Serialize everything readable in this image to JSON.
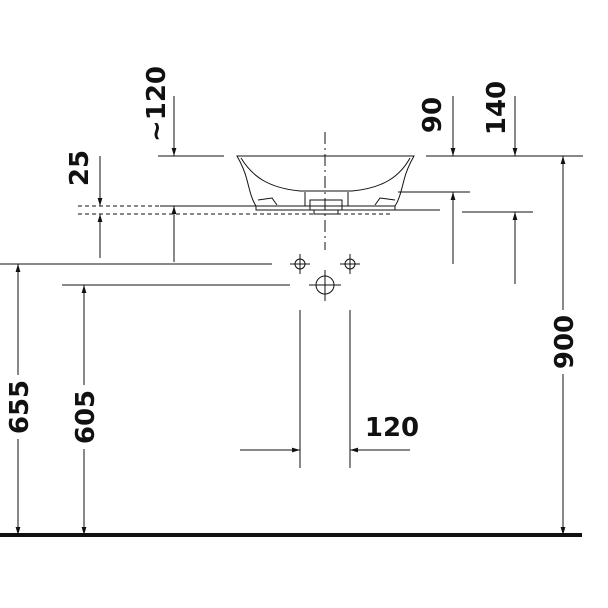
{
  "dimensions": {
    "basin_overhang": "~120",
    "basin_rim_height": "25",
    "tap_hole_offset": "90",
    "basin_height": "140",
    "spacing": "120",
    "mounting_height_upper": "655",
    "mounting_height_lower": "605",
    "total_height": "900"
  }
}
